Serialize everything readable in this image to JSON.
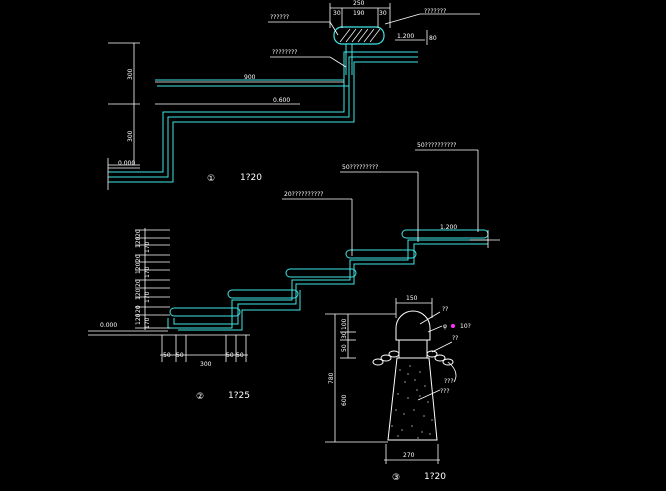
{
  "drawing1": {
    "dim_top": "250",
    "dim_a": "30",
    "dim_b": "190",
    "dim_c": "30",
    "dim_side": "80",
    "note_left": "??????",
    "note_right": "???????",
    "note_mid": "????????",
    "elev_top": "1.200",
    "dim_run": "900",
    "elev_mid": "0.600",
    "dim_rise1": "300",
    "dim_rise2": "300",
    "elev_base": "0.000",
    "label_num": "①",
    "label_scale": "1?20"
  },
  "drawing2": {
    "note1": "50??????????",
    "note2": "50?????????",
    "note3": "20??????????",
    "elev_top": "1.200",
    "elev_base": "0.000",
    "left_dims": [
      "20",
      "120",
      "170",
      "20",
      "120",
      "170",
      "20",
      "120",
      "170",
      "20",
      "120",
      "170"
    ],
    "dim_bottom_a": "50",
    "dim_bottom_b": "50",
    "dim_bottom_c": "300",
    "dim_bottom_d": "50",
    "dim_bottom_e": "50",
    "label_num": "②",
    "label_scale": "1?25"
  },
  "drawing3": {
    "dim_top": "150",
    "note_cap": "??",
    "note_ring": "φ",
    "note_ring_val": "10?",
    "note_chain": "??",
    "note_rope": "???",
    "note_body": "???",
    "dim_left_a": "100",
    "dim_left_b": "30",
    "dim_left_c": "50",
    "dim_total": "780",
    "dim_body": "600",
    "dim_bottom": "270",
    "label_num": "③",
    "label_scale": "1?20"
  }
}
